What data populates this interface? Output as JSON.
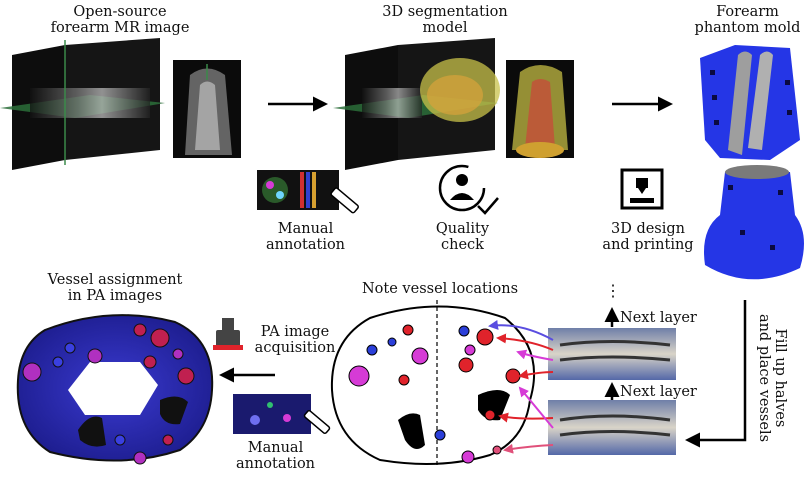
{
  "labels": {
    "mr_image": [
      "Open-source",
      "forearm MR image"
    ],
    "seg_model": [
      "3D segmentation",
      "model"
    ],
    "phantom_mold": [
      "Forearm",
      "phantom mold"
    ],
    "manual_annotation_top": [
      "Manual",
      "annotation"
    ],
    "quality_check": [
      "Quality",
      "check"
    ],
    "design_printing": [
      "3D design",
      "and printing"
    ],
    "vessel_assignment": [
      "Vessel assignment",
      "in PA images"
    ],
    "note_vessels": "Note vessel locations",
    "pa_acquisition": [
      "PA image",
      "acquisition"
    ],
    "manual_annotation_bottom": [
      "Manual",
      "annotation"
    ],
    "next_layer_top": "Next layer",
    "next_layer_bottom": "Next layer",
    "fill_up": [
      "Fill up halves",
      "and place vessels"
    ],
    "dots": "⋮"
  },
  "colors": {
    "red": "#e0232b",
    "magenta": "#d63bd6",
    "blue": "#2b3fd9",
    "pink": "#e0507a",
    "mold_blue": "#2536e6",
    "pa_dark": "#1a1a6e"
  }
}
